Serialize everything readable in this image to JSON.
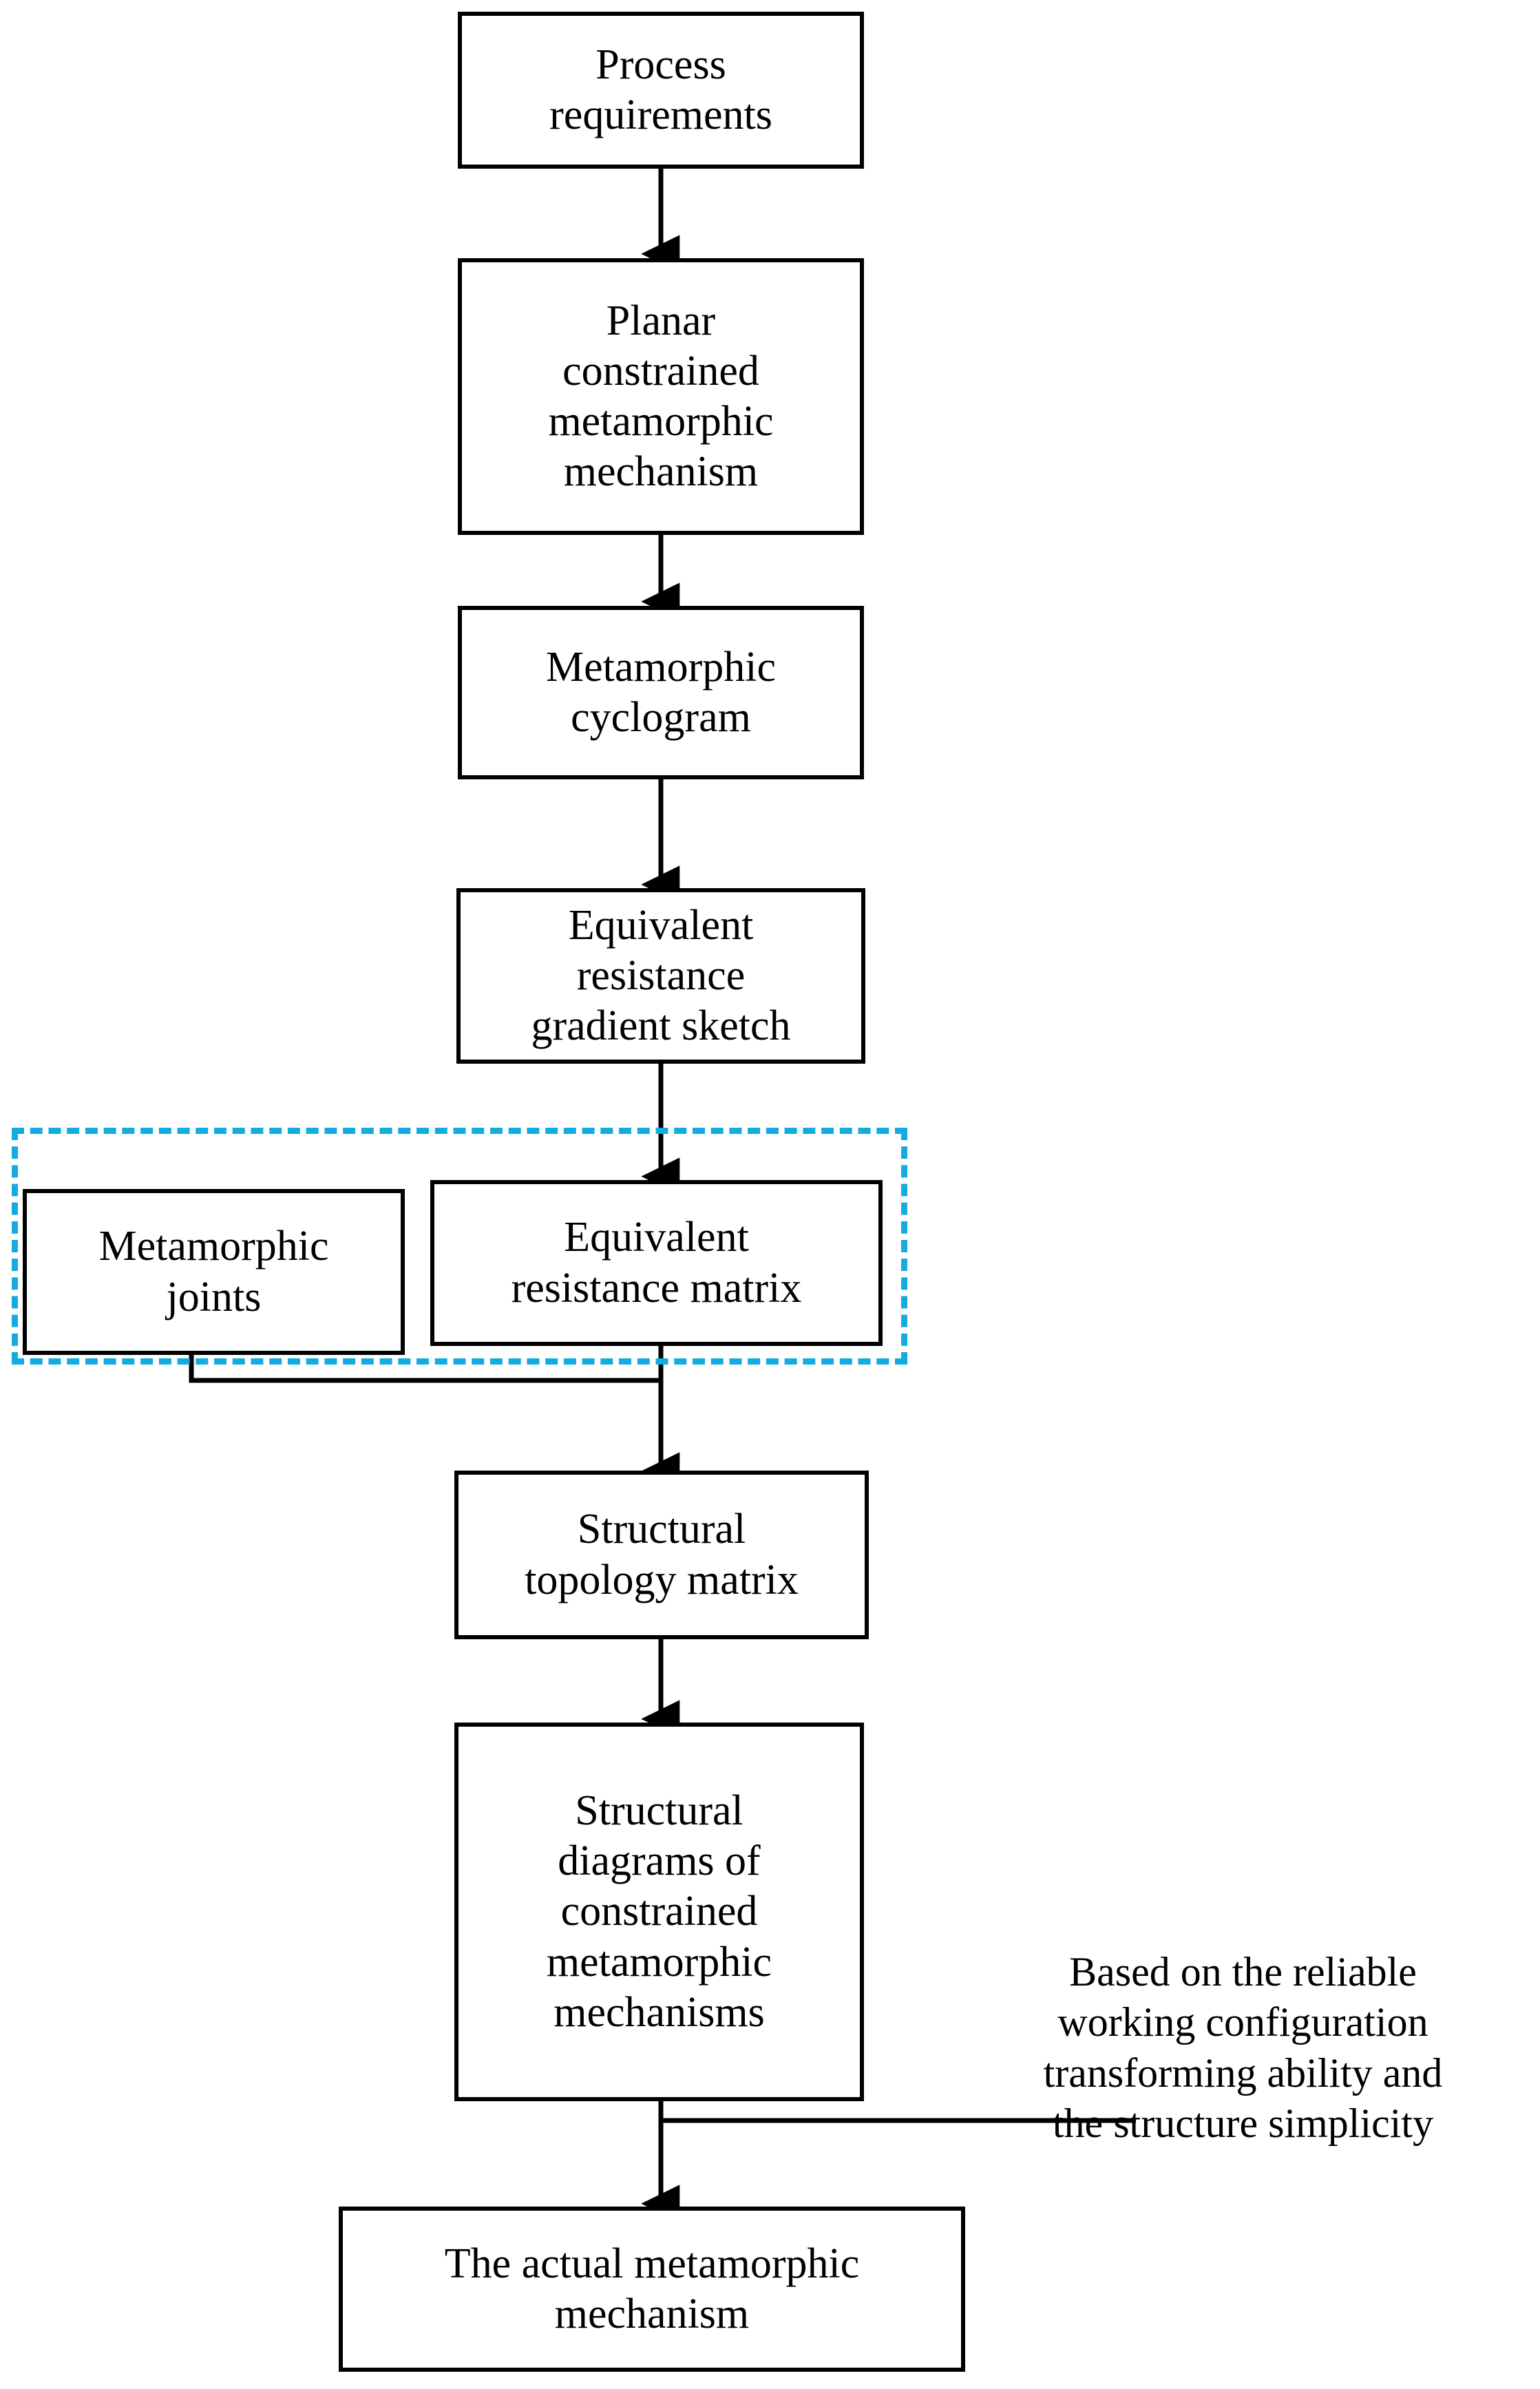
{
  "diagram": {
    "type": "flowchart",
    "title": "Design flow of constrained metamorphic mechanisms",
    "colors": {
      "stroke": "#000000",
      "background": "#ffffff",
      "group_highlight": "#14ace0"
    },
    "nodes": [
      {
        "id": "process-requirements",
        "label": "Process\nrequirements"
      },
      {
        "id": "planar-constrained-metamorphic-mechanism",
        "label": "Planar\nconstrained\nmetamorphic\nmechanism"
      },
      {
        "id": "metamorphic-cyclogram",
        "label": "Metamorphic\ncyclogram"
      },
      {
        "id": "equivalent-resistance-gradient-sketch",
        "label": "Equivalent\nresistance\ngradient sketch"
      },
      {
        "id": "metamorphic-joints",
        "label": "Metamorphic\njoints"
      },
      {
        "id": "equivalent-resistance-matrix",
        "label": "Equivalent\nresistance matrix"
      },
      {
        "id": "structural-topology-matrix",
        "label": "Structural\ntopology matrix"
      },
      {
        "id": "structural-diagrams-of-constrained-metamorphic-mechanisms",
        "label": "Structural\ndiagrams of\nconstrained\nmetamorphic\nmechanisms"
      },
      {
        "id": "the-actual-metamorphic-mechanism",
        "label": "The actual metamorphic\nmechanism"
      }
    ],
    "annotation": {
      "id": "selection-criteria-note",
      "text": "Based on the reliable\nworking configuration\ntransforming ability and\nthe structure simplicity"
    },
    "group": {
      "id": "metamorphic-joint-resistance-group",
      "members": [
        "metamorphic-joints",
        "equivalent-resistance-matrix"
      ],
      "style": "dashed",
      "color": "#14ace0"
    },
    "edges": [
      {
        "from": "process-requirements",
        "to": "planar-constrained-metamorphic-mechanism",
        "arrow": true
      },
      {
        "from": "planar-constrained-metamorphic-mechanism",
        "to": "metamorphic-cyclogram",
        "arrow": true
      },
      {
        "from": "metamorphic-cyclogram",
        "to": "equivalent-resistance-gradient-sketch",
        "arrow": true
      },
      {
        "from": "equivalent-resistance-gradient-sketch",
        "to": "equivalent-resistance-matrix",
        "arrow": true
      },
      {
        "from": "metamorphic-joints",
        "to": "structural-topology-matrix",
        "arrow": false
      },
      {
        "from": "equivalent-resistance-matrix",
        "to": "structural-topology-matrix",
        "arrow": true
      },
      {
        "from": "structural-topology-matrix",
        "to": "structural-diagrams-of-constrained-metamorphic-mechanisms",
        "arrow": true
      },
      {
        "from": "structural-diagrams-of-constrained-metamorphic-mechanisms",
        "to": "the-actual-metamorphic-mechanism",
        "arrow": true
      },
      {
        "from": "selection-criteria-note",
        "to": "the-actual-metamorphic-mechanism-edge",
        "arrow": false,
        "style": "leader-line"
      }
    ]
  }
}
